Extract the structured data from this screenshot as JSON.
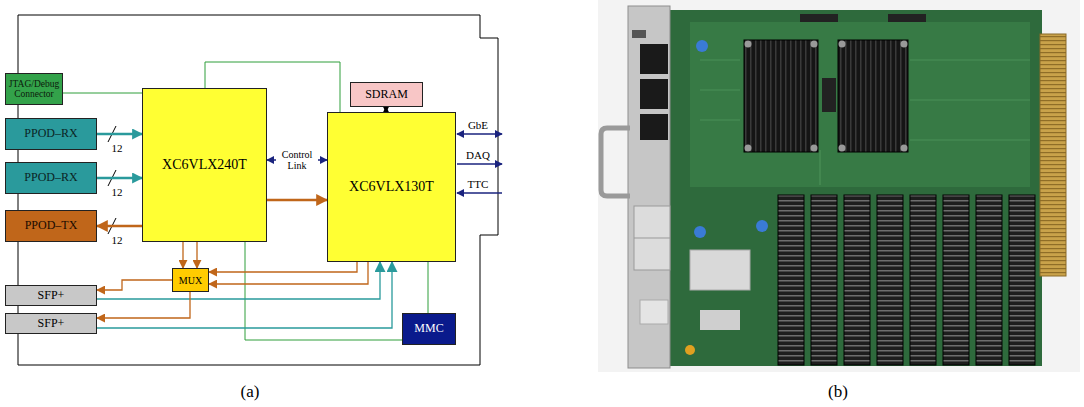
{
  "diagram": {
    "nodes": [
      {
        "text": [
          "JTAG/Debug Connector"
        ]
      },
      {
        "text": [
          "PPOD–RX"
        ]
      },
      {
        "text": [
          "PPOD–RX"
        ]
      },
      {
        "text": [
          "PPOD–TX"
        ]
      },
      {
        "text": [
          "XC6VLX240T"
        ]
      },
      {
        "text": [
          "SDRAM"
        ]
      },
      {
        "text": [
          "XC6VLX130T"
        ]
      },
      {
        "text": [
          "MUX"
        ]
      },
      {
        "text": [
          "SFP+"
        ]
      },
      {
        "text": [
          "SFP+"
        ]
      },
      {
        "text": [
          "MMC"
        ]
      }
    ],
    "edges": [
      {
        "from": 1,
        "to": 4,
        "arrow": "to"
      },
      {
        "from": 2,
        "to": 4,
        "arrow": "to"
      },
      {
        "from": 4,
        "to": 3,
        "arrow": "to"
      },
      {
        "from": 4,
        "to": 6,
        "label": "Control Link",
        "arrow": "both"
      },
      {
        "from": 4,
        "to": 6,
        "arrow": "to"
      },
      {
        "from": 5,
        "to": 6,
        "arrow": "both"
      },
      {
        "from": 0,
        "to": 4,
        "arrow": "none"
      },
      {
        "from": 4,
        "to": 6,
        "arrow": "none"
      },
      {
        "from": 10,
        "to": 6,
        "arrow": "none"
      },
      {
        "from": 10,
        "to": 4,
        "arrow": "none"
      },
      {
        "from": 4,
        "to": 7,
        "arrow": "to"
      },
      {
        "from": 4,
        "to": 7,
        "arrow": "to"
      },
      {
        "from": 6,
        "to": 7,
        "arrow": "to"
      },
      {
        "from": 6,
        "to": 7,
        "arrow": "to"
      },
      {
        "from": 7,
        "to": 8,
        "arrow": "to"
      },
      {
        "from": 8,
        "to": 6,
        "arrow": "to"
      },
      {
        "from": 7,
        "to": 9,
        "arrow": "to"
      },
      {
        "from": 9,
        "to": 6,
        "arrow": "to"
      }
    ],
    "labels": [
      "12",
      "12",
      "12",
      "GbE",
      "DAQ",
      "TTC",
      "(a)",
      "(b)"
    ]
  }
}
